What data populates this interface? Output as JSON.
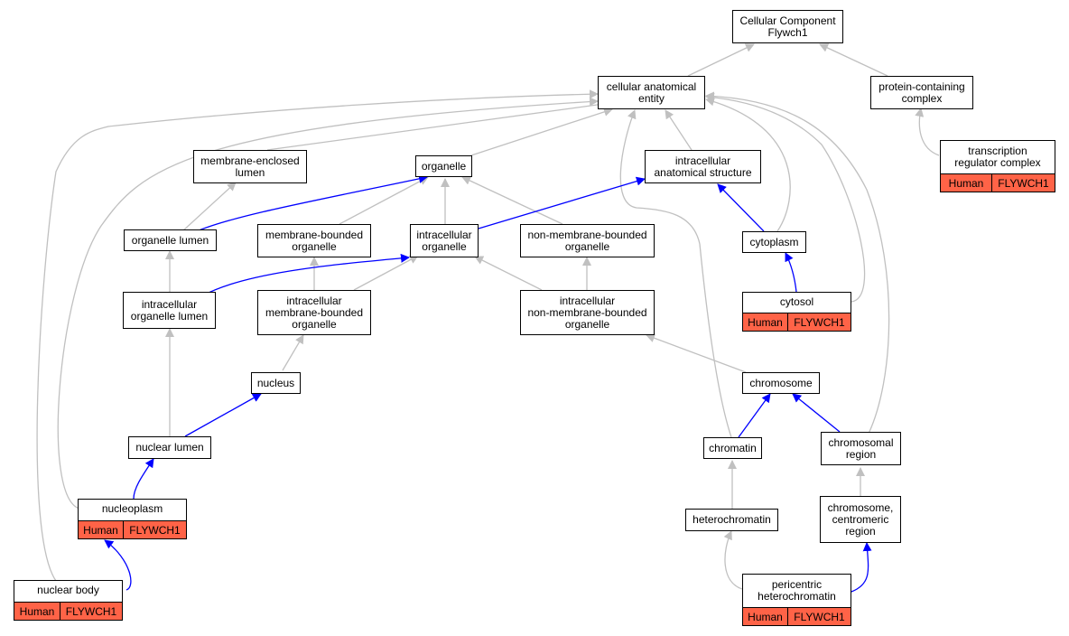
{
  "colors": {
    "inherit_edge": "#c0c0c0",
    "part_of_edge": "#0000ff",
    "annotation_fill": "#ff6347"
  },
  "nodes": {
    "root": "Cellular Component\nFlywch1",
    "cae": "cellular anatomical\nentity",
    "pcc": "protein-containing\ncomplex",
    "mel": "membrane-enclosed\nlumen",
    "org": "organelle",
    "ias": "intracellular\nanatomical structure",
    "ol": "organelle lumen",
    "mbo": "membrane-bounded\norganelle",
    "io": "intracellular\norganelle",
    "nmbo": "non-membrane-bounded\norganelle",
    "cyto": "cytoplasm",
    "iol": "intracellular\norganelle lumen",
    "imbo": "intracellular\nmembrane-bounded\norganelle",
    "inmbo": "intracellular\nnon-membrane-bounded\norganelle",
    "nucleus": "nucleus",
    "chromosome": "chromosome",
    "nl": "nuclear lumen",
    "chromatin": "chromatin",
    "cr": "chromosomal\nregion",
    "hc": "heterochromatin",
    "ccr": "chromosome,\ncentromeric\nregion"
  },
  "annotated": {
    "trc": {
      "label": "transcription\nregulator complex",
      "species": "Human",
      "gene": "FLYWCH1"
    },
    "cytosol": {
      "label": "cytosol",
      "species": "Human",
      "gene": "FLYWCH1"
    },
    "np": {
      "label": "nucleoplasm",
      "species": "Human",
      "gene": "FLYWCH1"
    },
    "nb": {
      "label": "nuclear body",
      "species": "Human",
      "gene": "FLYWCH1"
    },
    "phc": {
      "label": "pericentric\nheterochromatin",
      "species": "Human",
      "gene": "FLYWCH1"
    }
  }
}
